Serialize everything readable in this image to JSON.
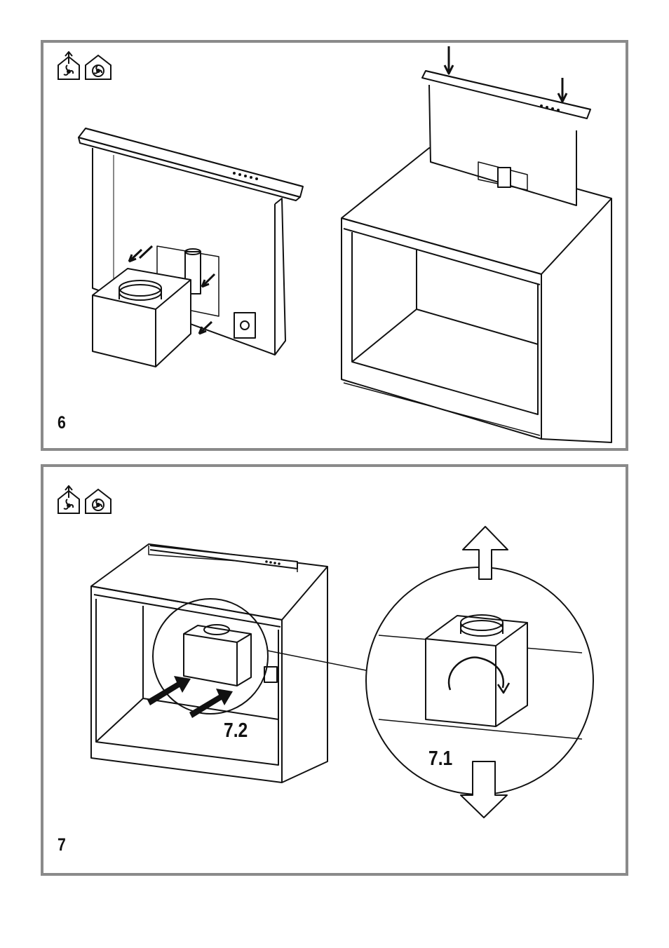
{
  "panels": [
    {
      "step_label": "6",
      "icons": [
        "extraction-mode-icon",
        "recirculation-mode-icon"
      ]
    },
    {
      "step_label": "7",
      "icons": [
        "extraction-mode-icon",
        "recirculation-mode-icon"
      ],
      "callouts": {
        "rotate": "7.1",
        "insert": "7.2"
      }
    }
  ]
}
